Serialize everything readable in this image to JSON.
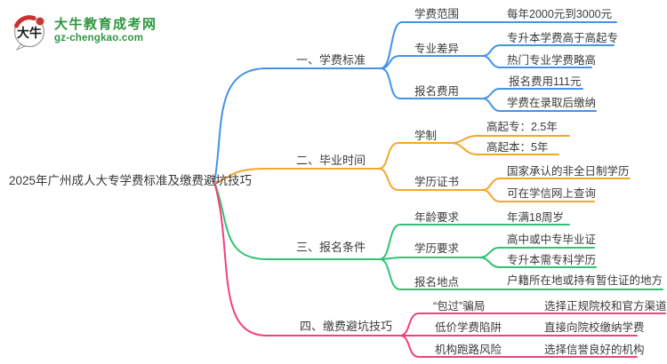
{
  "logo": {
    "title": "大牛教育成考网",
    "url": "gz-chengkao.com",
    "icon": "daniu-bull-speech-bubble-icon",
    "green": "#2e9640",
    "red": "#cf2e2e"
  },
  "mindmap": {
    "topic": "2025年广州成人大专学费标准及缴费避坑技巧",
    "text_color": "#3b3b3b",
    "branches": [
      {
        "label": "一、学费标准",
        "color": "#4493e6",
        "children": [
          {
            "label": "学费范围",
            "leaves": [
              "每年2000元到3000元"
            ]
          },
          {
            "label": "专业差异",
            "leaves": [
              "专升本学费高于高起专",
              "热门专业学费略高"
            ]
          },
          {
            "label": "报名费用",
            "leaves": [
              "报名费用111元",
              "学费在录取后缴纳"
            ]
          }
        ]
      },
      {
        "label": "二、毕业时间",
        "color": "#f5a62b",
        "children": [
          {
            "label": "学制",
            "leaves": [
              "高起专：2.5年",
              "高起本：5年"
            ]
          },
          {
            "label": "学历证书",
            "leaves": [
              "国家承认的非全日制学历",
              "可在学信网上查询"
            ]
          }
        ]
      },
      {
        "label": "三、报名条件",
        "color": "#2fc473",
        "children": [
          {
            "label": "年龄要求",
            "leaves": [
              "年满18周岁"
            ]
          },
          {
            "label": "学历要求",
            "leaves": [
              "高中或中专毕业证",
              "专升本需专科学历"
            ]
          },
          {
            "label": "报名地点",
            "leaves": [
              "户籍所在地或持有暂住证的地方"
            ]
          }
        ]
      },
      {
        "label": "四、缴费避坑技巧",
        "color": "#f2407c",
        "children": [
          {
            "label": "“包过”骗局",
            "leaves": [
              "选择正规院校和官方渠道"
            ]
          },
          {
            "label": "低价学费陷阱",
            "leaves": [
              "直接向院校缴纳学费"
            ]
          },
          {
            "label": "机构跑路风险",
            "leaves": [
              "选择信誉良好的机构"
            ]
          }
        ]
      }
    ]
  }
}
